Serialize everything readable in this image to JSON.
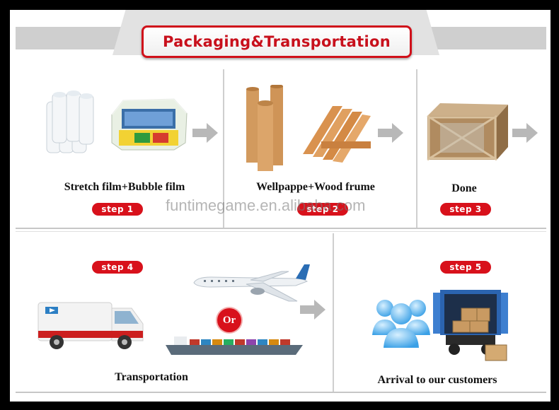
{
  "title": "Packaging&Transportation",
  "watermark": "funtimegame.en.alibaba.com",
  "steps": [
    {
      "label": "Stretch film+Bubble film",
      "badge": "step 1"
    },
    {
      "label": "Wellpappe+Wood frume",
      "badge": "step 2"
    },
    {
      "label": "Done",
      "badge": "step 3"
    },
    {
      "label": "Transportation",
      "badge": "step 4"
    },
    {
      "label": "Arrival to our customers",
      "badge": "step 5"
    }
  ],
  "or_label": "Or",
  "colors": {
    "accent": "#d8111b",
    "band": "#cfcfcf",
    "arrow": "#b8b8b8"
  }
}
